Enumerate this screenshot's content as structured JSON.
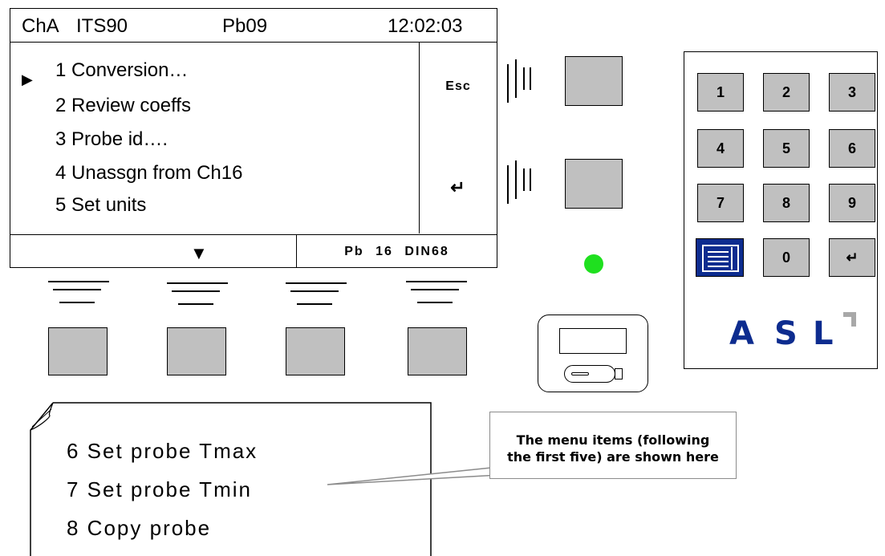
{
  "lcd": {
    "header": {
      "channel": "ChA",
      "scale": "ITS90",
      "probe": "Pb09",
      "time": "12:02:03"
    },
    "cursor_icon": "right-triangle-icon",
    "cursor_glyph": "▶",
    "menu_items": [
      "1  Conversion…",
      "2  Review coeffs",
      "3  Probe id….",
      "4  Unassgn from Ch16",
      "5  Set units"
    ],
    "softkeys": {
      "top_label": "Esc",
      "bottom_label": "↵",
      "bottom_icon": "enter-icon"
    },
    "footer": {
      "scroll_icon": "down-triangle-icon",
      "scroll_glyph": "▼",
      "status": "Pb 16 DIN68"
    }
  },
  "keypad": {
    "keys": [
      "1",
      "2",
      "3",
      "4",
      "5",
      "6",
      "7",
      "8",
      "9",
      "",
      "0",
      "↵"
    ],
    "menu_key_icon": "menu-icon",
    "enter_icon": "enter-icon",
    "logo": {
      "letters": [
        "A",
        "S",
        "L"
      ],
      "color": "#0d2c8f"
    }
  },
  "led": {
    "color": "#1fe01f",
    "state": "on"
  },
  "usb": {
    "icon": "usb-stick-icon"
  },
  "note": {
    "lines": [
      "6  Set probe Tmax",
      "7  Set probe Tmin",
      "8  Copy probe"
    ]
  },
  "callout": {
    "line1": "The menu items (following",
    "line2": "the first five) are shown here"
  },
  "colors": {
    "key_fill": "#c0c0c0",
    "brand_blue": "#0d2c8f",
    "callout_border": "#8c8c8c"
  }
}
